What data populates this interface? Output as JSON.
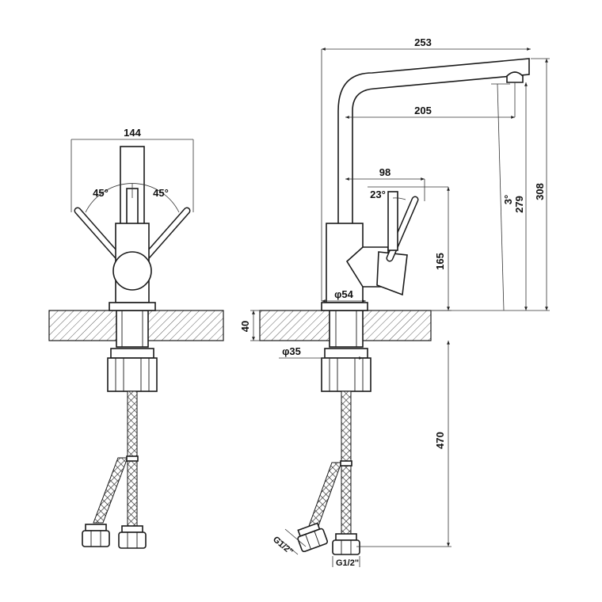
{
  "front_view": {
    "width_dim": "144",
    "angle_left": "45°",
    "angle_right": "45°"
  },
  "side_view": {
    "reach_dim": "253",
    "spout_reach_dim": "205",
    "handle_dim": "98",
    "handle_angle": "23°",
    "spout_angle": "3°",
    "height_279": "279",
    "height_308": "308",
    "height_165": "165",
    "base_diameter": "φ54",
    "counter_thickness": "40",
    "hole_diameter": "φ35",
    "hose_length": "470",
    "thread_left": "G1/2\"",
    "thread_right": "G1/2\""
  },
  "colors": {
    "line": "#1a1a1a",
    "background": "#ffffff"
  }
}
